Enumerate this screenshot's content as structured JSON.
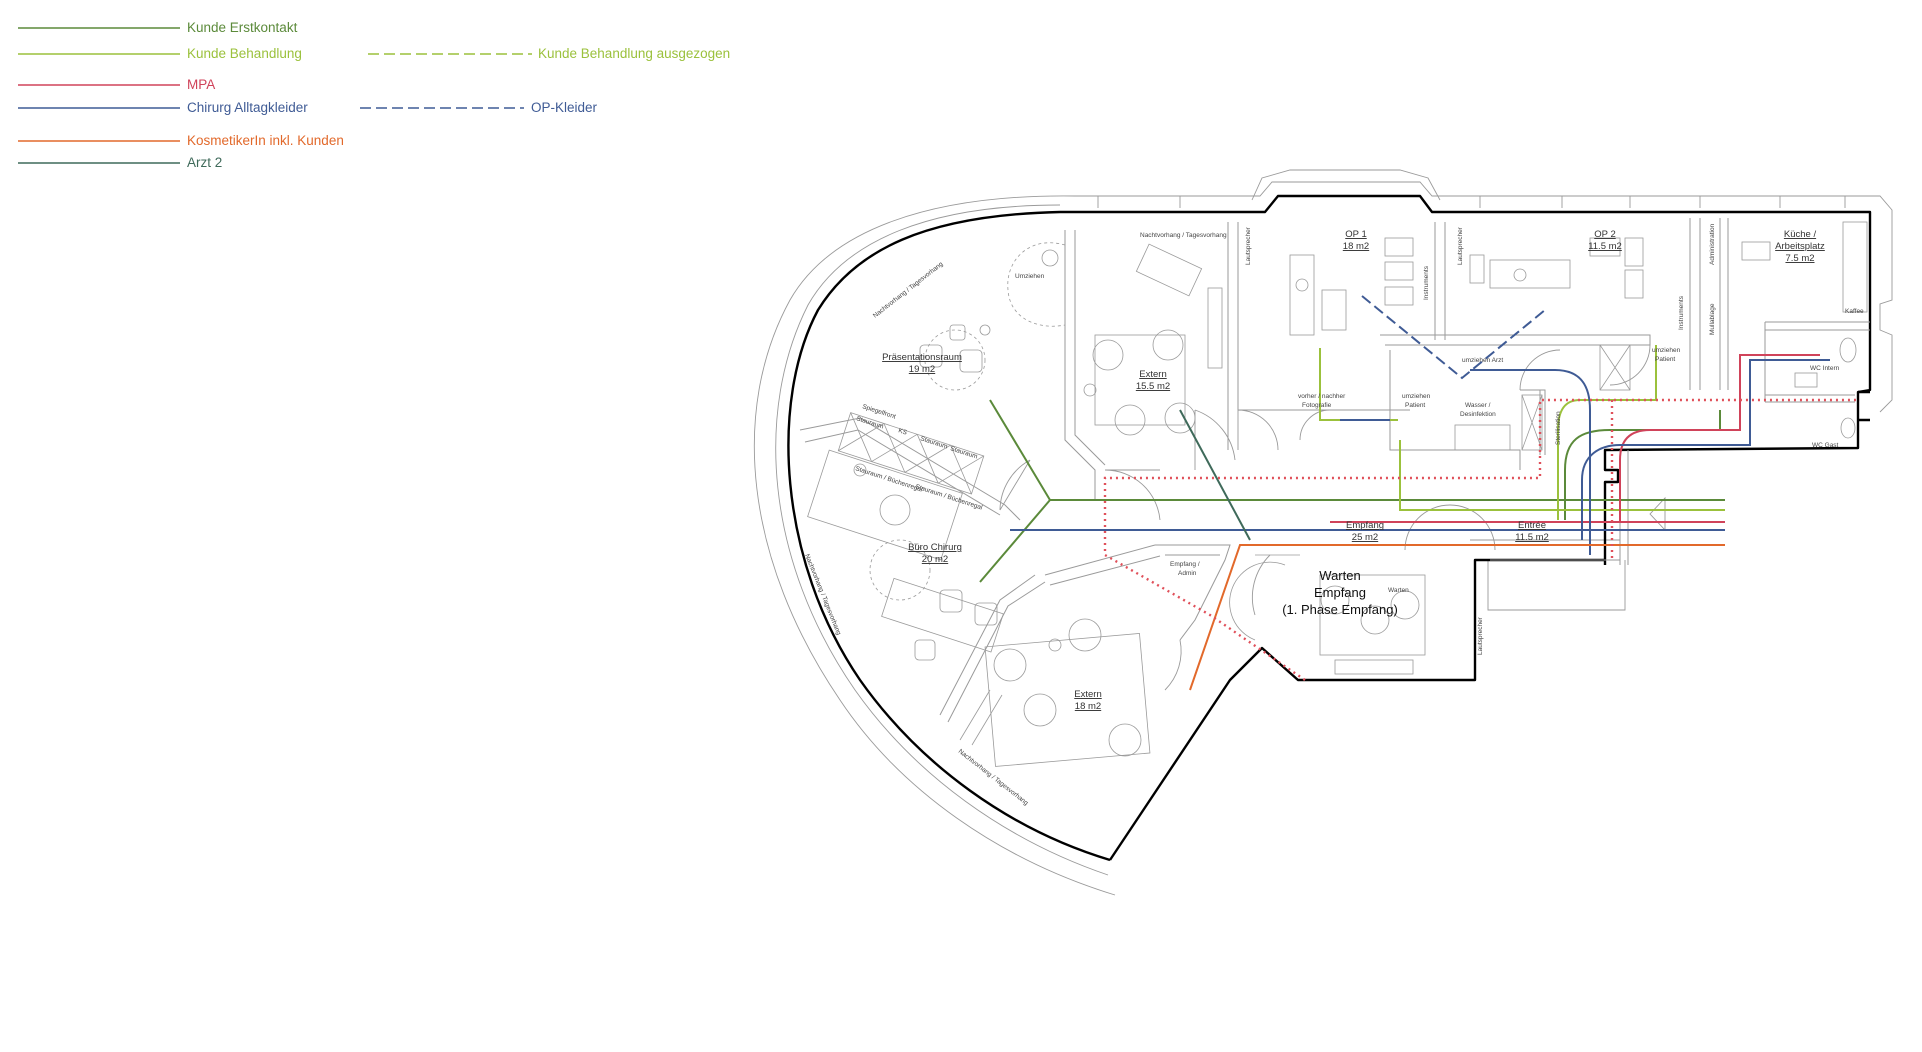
{
  "legend": {
    "kunde_erstkontakt": "Kunde  Erstkontakt",
    "kunde_behandlung": "Kunde Behandlung",
    "kunde_behandlung_ausgezogen": "Kunde Behandlung ausgezogen",
    "mpa": "MPA",
    "chirurg_alltagkleider": "Chirurg Alltagkleider",
    "op_kleider": "OP-Kleider",
    "kosmetikerin": "KosmetikerIn inkl. Kunden",
    "arzt2": "Arzt 2"
  },
  "colors": {
    "kunde_erstkontakt": "#5b8a3a",
    "kunde_behandlung": "#9bc13c",
    "mpa": "#d0435a",
    "chirurg": "#3f5b95",
    "kosmetikerin": "#e2692b",
    "arzt2": "#3f6a5a",
    "dotted": "#e0505a",
    "wall": "#000000",
    "line": "#9a9a9a"
  },
  "rooms": {
    "praesentation": {
      "name": "Präsentationsraum",
      "area": "19 m2"
    },
    "buero": {
      "name": "Büro Chirurg",
      "area": "20 m2"
    },
    "extern1": {
      "name": "Extern",
      "area": "15.5 m2"
    },
    "extern2": {
      "name": "Extern",
      "area": "18 m2"
    },
    "op1": {
      "name": "OP 1",
      "area": "18 m2"
    },
    "op2": {
      "name": "OP 2",
      "area": "11.5 m2"
    },
    "kueche": {
      "name1": "Küche /",
      "name2": "Arbeitsplatz",
      "area": "7.5 m2"
    },
    "empfang": {
      "name": "Empfang",
      "area": "25 m2"
    },
    "entree": {
      "name": "Entrée",
      "area": "11.5 m2"
    },
    "warten": {
      "line1": "Warten",
      "line2": "Empfang",
      "line3": "(1. Phase Empfang)"
    }
  },
  "small_labels": {
    "nachtvorhang": "Nachtvorhang / Tagesvorhang",
    "umziehen": "Umziehen",
    "spiegelfront": "Spiegelfront",
    "stauraum": "Stauraum",
    "ks": "KS",
    "stauraum_buecher": "Stauraum / Büchenregal",
    "lautsprecher": "Lautsprecher",
    "instruments": "Instruments",
    "foto1": "vorher / nachher",
    "foto2": "Fotografie",
    "umziehen_patient1": "umziehen",
    "umziehen_patient2": "Patient",
    "wasser1": "Wasser /",
    "wasser2": "Desinfektion",
    "umziehen_arzt": "umziehen Arzt",
    "sterilisation": "Sterilisation",
    "administration": "Administration",
    "muellablage": "Mullablage",
    "kaffee": "Kaffee",
    "wc_intern": "WC Intern",
    "wc_gast": "WC Gast",
    "empfang_admin1": "Empfang /",
    "empfang_admin2": "Admin",
    "warten_small": "Warten"
  }
}
